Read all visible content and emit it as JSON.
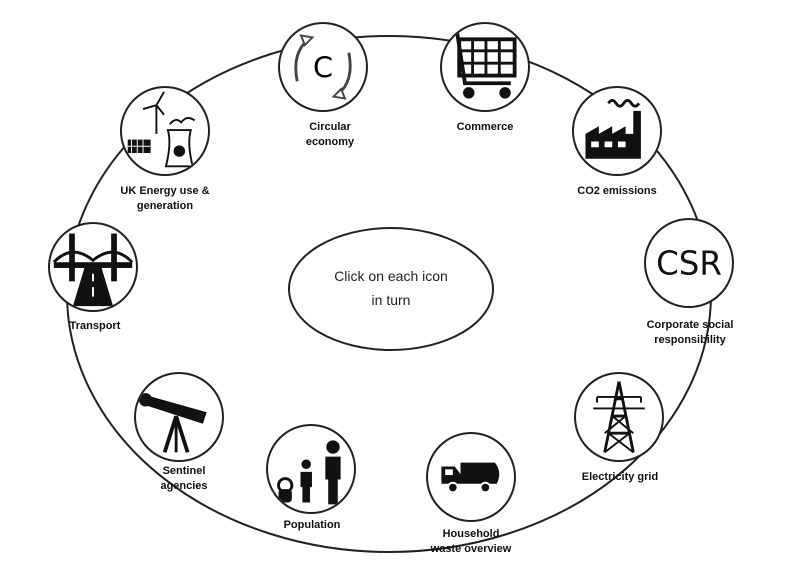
{
  "center": {
    "line1": "Click on each icon",
    "line2": "in turn"
  },
  "nodes": [
    {
      "id": "circular",
      "label1": "Circular",
      "label2": "economy",
      "icon_letter": "C"
    },
    {
      "id": "commerce",
      "label1": "Commerce",
      "label2": ""
    },
    {
      "id": "co2",
      "label1": "CO2 emissions",
      "label2": ""
    },
    {
      "id": "csr",
      "label1": "Corporate social",
      "label2": "responsibility",
      "icon_text": "CSR"
    },
    {
      "id": "grid",
      "label1": "Electricity grid",
      "label2": ""
    },
    {
      "id": "waste",
      "label1": "Household",
      "label2": "waste overview"
    },
    {
      "id": "population",
      "label1": "Population",
      "label2": ""
    },
    {
      "id": "sentinel",
      "label1": "Sentinel",
      "label2": "agencies"
    },
    {
      "id": "transport",
      "label1": "Transport",
      "label2": ""
    },
    {
      "id": "energy",
      "label1": "UK Energy use &",
      "label2": "generation"
    }
  ],
  "icons": {
    "circular": "circular-arrows-icon",
    "commerce": "shopping-cart-icon",
    "co2": "factory-icon",
    "csr": "csr-text-icon",
    "grid": "pylon-icon",
    "waste": "garbage-truck-icon",
    "population": "family-icon",
    "sentinel": "telescope-icon",
    "transport": "bridge-road-icon",
    "energy": "wind-solar-nuclear-icon"
  }
}
